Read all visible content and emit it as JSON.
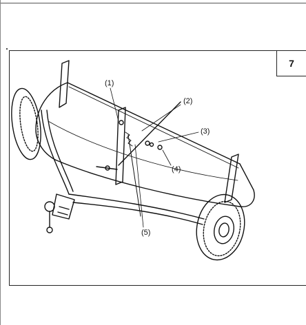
{
  "figure": {
    "step_number": "7",
    "callouts": [
      {
        "id": "1",
        "label": "(1)"
      },
      {
        "id": "2",
        "label": "(2)"
      },
      {
        "id": "3",
        "label": "(3)"
      },
      {
        "id": "4",
        "label": "(4)"
      },
      {
        "id": "5",
        "label": "(5)"
      }
    ]
  }
}
